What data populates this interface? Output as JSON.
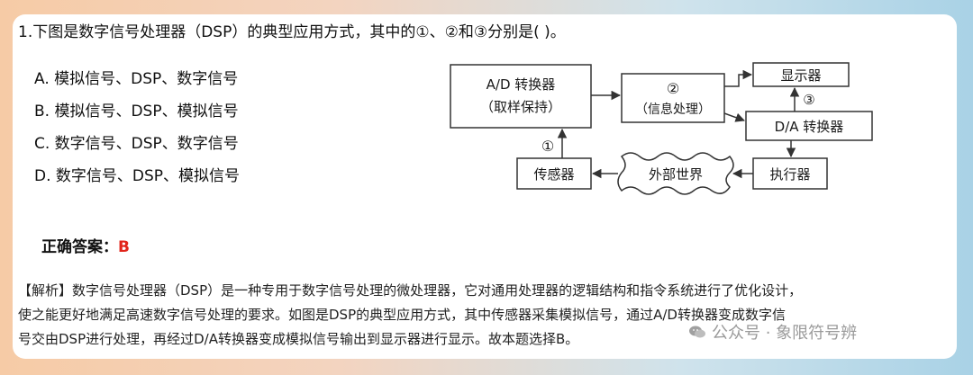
{
  "question": {
    "title": "1.下图是数字信号处理器（DSP）的典型应用方式，其中的①、②和③分别是( )。",
    "options": [
      "A. 模拟信号、DSP、数字信号",
      "B. 模拟信号、DSP、模拟信号",
      "C. 数字信号、DSP、数字信号",
      "D. 数字信号、DSP、模拟信号"
    ]
  },
  "diagram": {
    "ad_line1": "A/D 转换器",
    "ad_line2": "（取样保持）",
    "c2_num": "②",
    "c2_label": "（信息处理）",
    "display": "显示器",
    "c3_num": "③",
    "da": "D/A 转换器",
    "c1_num": "①",
    "sensor": "传感器",
    "world": "外部世界",
    "actuator": "执行器"
  },
  "answer": {
    "label": "正确答案：",
    "value": "B"
  },
  "analysis": {
    "line1": "【解析】数字信号处理器（DSP）是一种专用于数字信号处理的微处理器，它对通用处理器的逻辑结构和指令系统进行了优化设计，",
    "line2": "使之能更好地满足高速数字信号处理的要求。如图是DSP的典型应用方式，其中传感器采集模拟信号，通过A/D转换器变成数字信",
    "line3": "号交由DSP进行处理，再经过D/A转换器变成模拟信号输出到显示器进行显示。故本题选择B。"
  },
  "watermark": {
    "text": "公众号 · 象限符号辨",
    "icon": "wechat-icon"
  }
}
